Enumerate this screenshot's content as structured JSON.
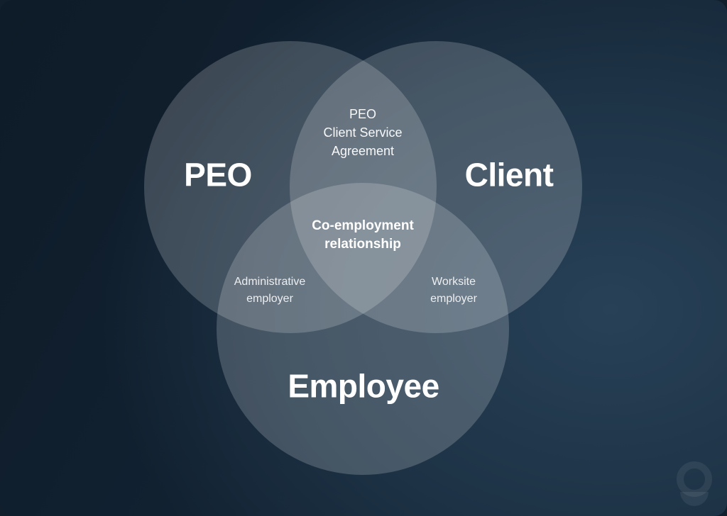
{
  "diagram": {
    "type": "venn",
    "circles": [
      {
        "id": "peo",
        "label": "PEO"
      },
      {
        "id": "client",
        "label": "Client"
      },
      {
        "id": "employee",
        "label": "Employee"
      }
    ],
    "overlaps": {
      "peo_client": "PEO\nClient Service\nAgreement",
      "all_three": "Co-employment\nrelationship",
      "peo_employee": "Administrative\nemployer",
      "client_employee": "Worksite\nemployer"
    },
    "colors": {
      "background_dark": "#0e1b28",
      "background_mid": "#1d3245",
      "background_light": "#284157",
      "circle_fill": "#ffffff",
      "circle_opacity": "0.19",
      "text": "#ffffff",
      "logo": "rgba(255,255,255,0.07)"
    }
  },
  "logo": {
    "icon": "person-ring-logo"
  }
}
